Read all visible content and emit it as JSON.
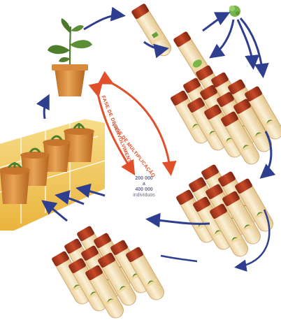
{
  "labels": {
    "multiplication": "FASE DE MULTIPLICAÇÃO",
    "development": "FASE DE DESENVOLVIMENTO",
    "count_line1": "200 000",
    "count_line2": "a",
    "count_line3": "400 000",
    "count_line4": "indivíduos"
  },
  "colors": {
    "arrow_blue": "#2f3f8f",
    "arrow_red": "#e0502a",
    "tube_glass": "#f6e2b8",
    "tube_cap": "#b03a20",
    "pot": "#d9893a",
    "plant": "#4e7d2c",
    "greenhouse": "#f0c24a"
  }
}
